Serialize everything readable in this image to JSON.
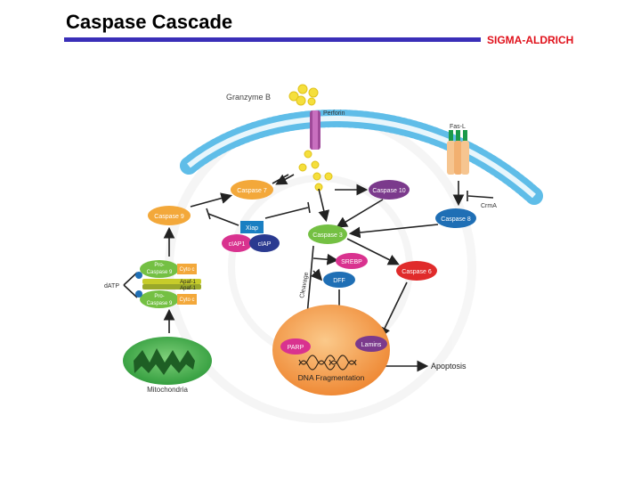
{
  "header": {
    "title": "Caspase Cascade",
    "brand": "SIGMA-ALDRICH"
  },
  "diagram": {
    "granzyme_b": "Granzyme B",
    "perforin": "Perforin",
    "fas_l": "Fas-L",
    "crma": "CrmA",
    "caspase7": "Caspase 7",
    "caspase10": "Caspase 10",
    "caspase9": "Caspase 9",
    "caspase8": "Caspase 8",
    "caspase3": "Caspase 3",
    "caspase6": "Caspase 6",
    "xiap": "Xiap",
    "ciap1": "cIAP1",
    "ciap": "cIAP",
    "srebp": "SREBP",
    "dff": "DFF",
    "cleavage": "Cleavage",
    "parp": "PARP",
    "lamins": "Lamins",
    "dna_fragmentation": "DNA Fragmentation",
    "apoptosis": "Apoptosis",
    "datp": "dATP",
    "pro_caspase9": "Pro-\nCaspase 9",
    "pro": "Pro-",
    "caspase9_short": "Caspase 9",
    "cyto_c": "Cyto c",
    "apaf1": "Apaf-1",
    "mitochondria": "Mitochondria"
  },
  "colors": {
    "title_rule": "#3a2fb8",
    "brand": "#e0101a",
    "membrane": "#8fd3f0",
    "caspase_orange": "#f3a83a",
    "caspase_green": "#74c043",
    "caspase_purple": "#7b3a8c",
    "caspase_blue": "#1f6fb5",
    "caspase_red": "#e02b2b",
    "nucleus": "#f39a4a",
    "mitochondria": "#4caf50"
  }
}
